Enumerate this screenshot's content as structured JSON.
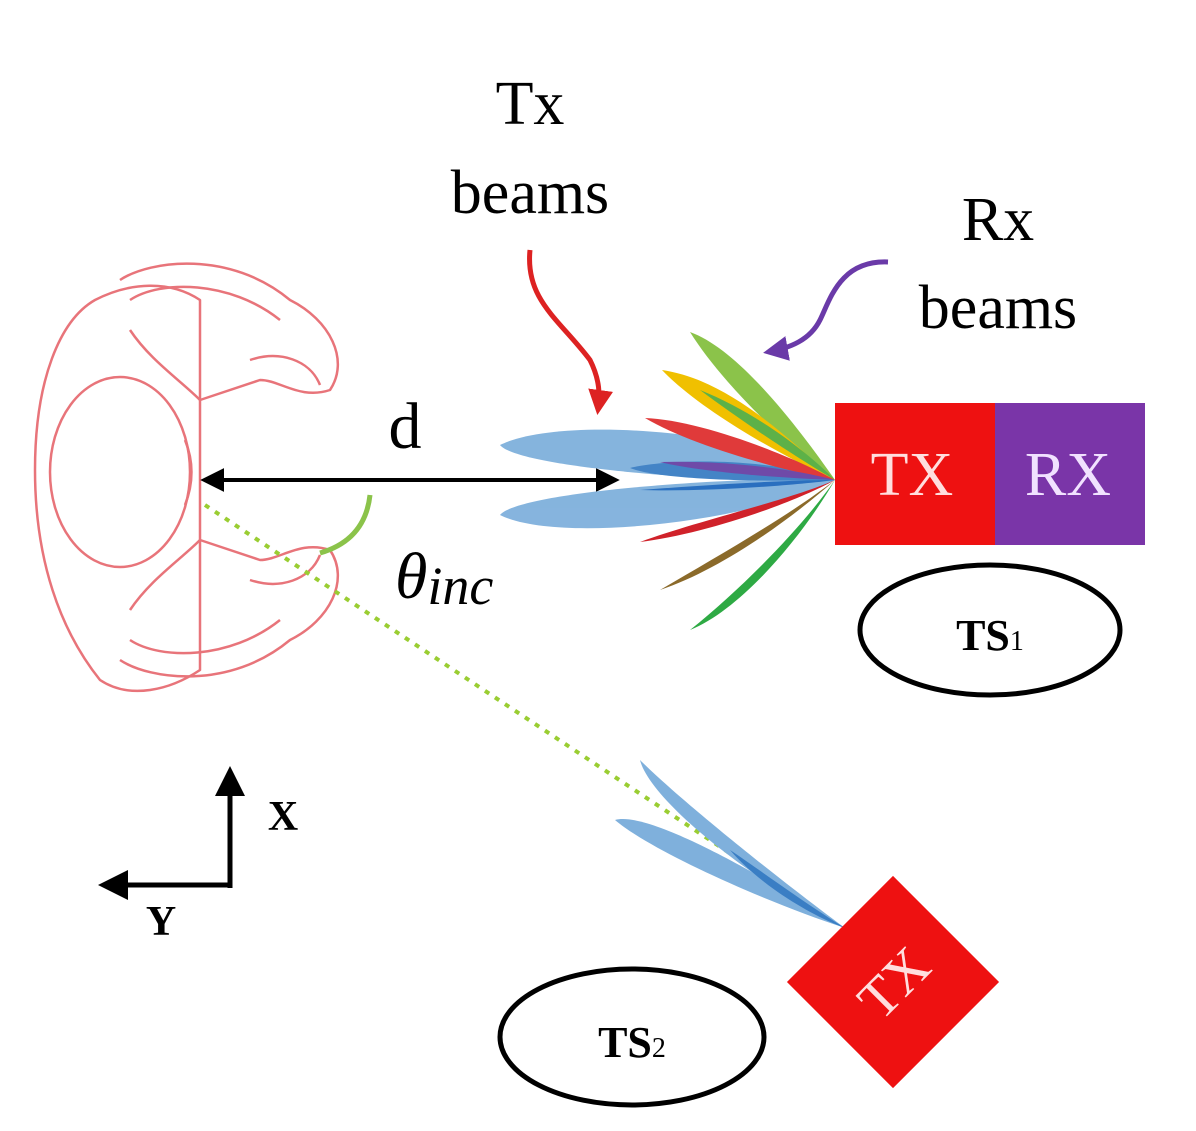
{
  "labels": {
    "tx_beams_line1": "Tx",
    "tx_beams_line2": "beams",
    "rx_beams_line1": "Rx",
    "rx_beams_line2": "beams",
    "distance": "d",
    "theta_symbol": "θ",
    "theta_subscript": "inc",
    "tx_box": "TX",
    "rx_box": "RX",
    "ts1_main": "TS",
    "ts1_sub": "1",
    "ts2_main": "TS",
    "ts2_sub": "2",
    "tx2_box": "TX",
    "axis_x": "X",
    "axis_y": "Y"
  },
  "colors": {
    "person_outline": "#e8747a",
    "tx_box": "#ee1111",
    "rx_box": "#7a35a8",
    "beam_blue": "#7fb0dc",
    "angle_arc": "#8bc34a",
    "tx_arrow": "#dd2222",
    "rx_arrow": "#6a3aa8",
    "dotted_line": "#9acd32"
  }
}
